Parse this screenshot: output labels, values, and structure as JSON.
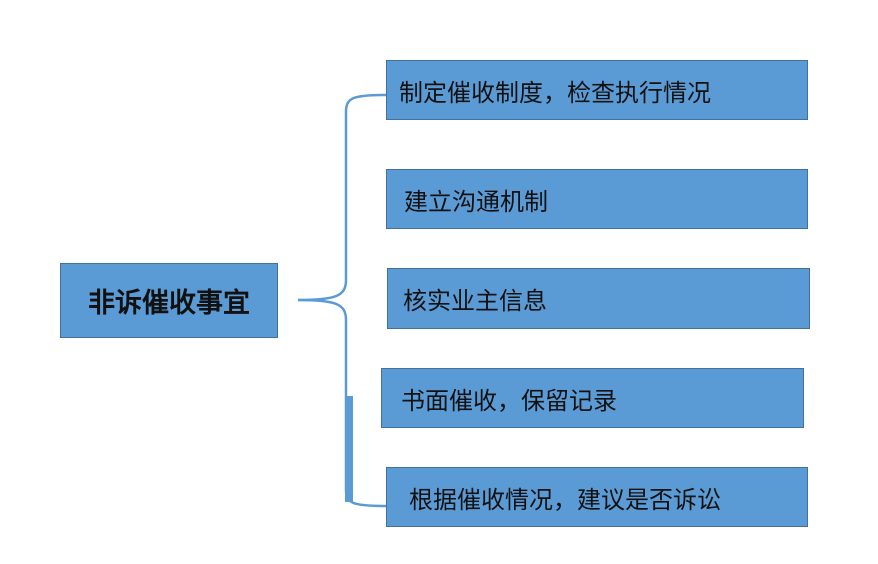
{
  "diagram": {
    "root": {
      "label": "非诉催收事宜"
    },
    "branches": [
      {
        "label": "制定催收制度，检查执行情况"
      },
      {
        "label": "建立沟通机制"
      },
      {
        "label": "核实业主信息"
      },
      {
        "label": "书面催收，保留记录"
      },
      {
        "label": "根据催收情况，建议是否诉讼"
      }
    ],
    "colors": {
      "node_fill": "#5b9bd5",
      "node_border": "#41719c",
      "connector": "#5b9bd5",
      "text": "#111111"
    }
  }
}
